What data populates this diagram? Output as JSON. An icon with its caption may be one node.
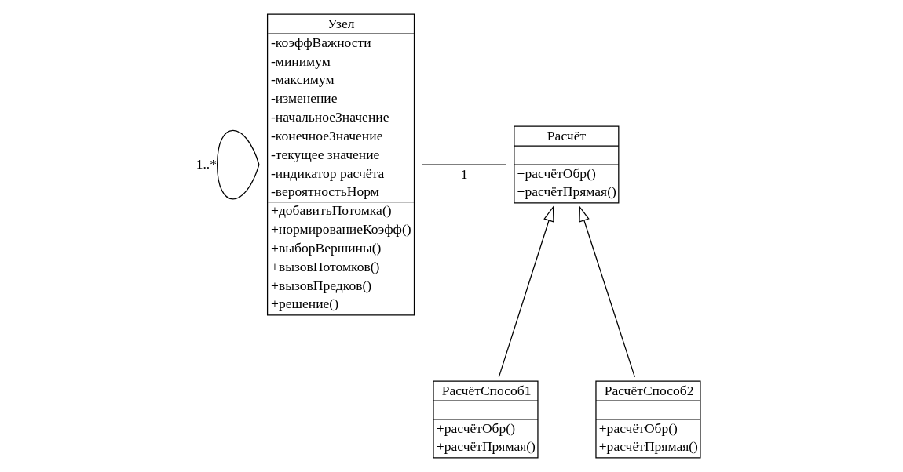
{
  "diagram": {
    "nodes": [
      {
        "text": [
          "Узел",
          "-коэффВажности",
          "-минимум",
          "-максимум",
          "-изменение",
          "-начальноеЗначение",
          "-конечноеЗначение",
          "-текущее значение",
          "-индикатор расчёта",
          "-вероятностьНорм",
          "+добавитьПотомка()",
          "+нормированиеКоэфф()",
          "+выборВершины()",
          "+вызовПотомков()",
          "+вызовПредков()",
          "+решение()"
        ]
      },
      {
        "text": [
          "Расчёт",
          "+расчётОбр()",
          "+расчётПрямая()"
        ]
      },
      {
        "text": [
          "РасчётСпособ1",
          "+расчётОбр()",
          "+расчётПрямая()"
        ]
      },
      {
        "text": [
          "РасчётСпособ2",
          "+расчётОбр()",
          "+расчётПрямая()"
        ]
      }
    ],
    "edges": [
      {
        "from": 0,
        "to": 0,
        "arrow": "none",
        "label": "1..*"
      },
      {
        "from": 0,
        "to": 1,
        "arrow": "none",
        "label": "1"
      },
      {
        "from": 2,
        "to": 1,
        "arrow": "to"
      },
      {
        "from": 3,
        "to": 1,
        "arrow": "to"
      }
    ]
  }
}
